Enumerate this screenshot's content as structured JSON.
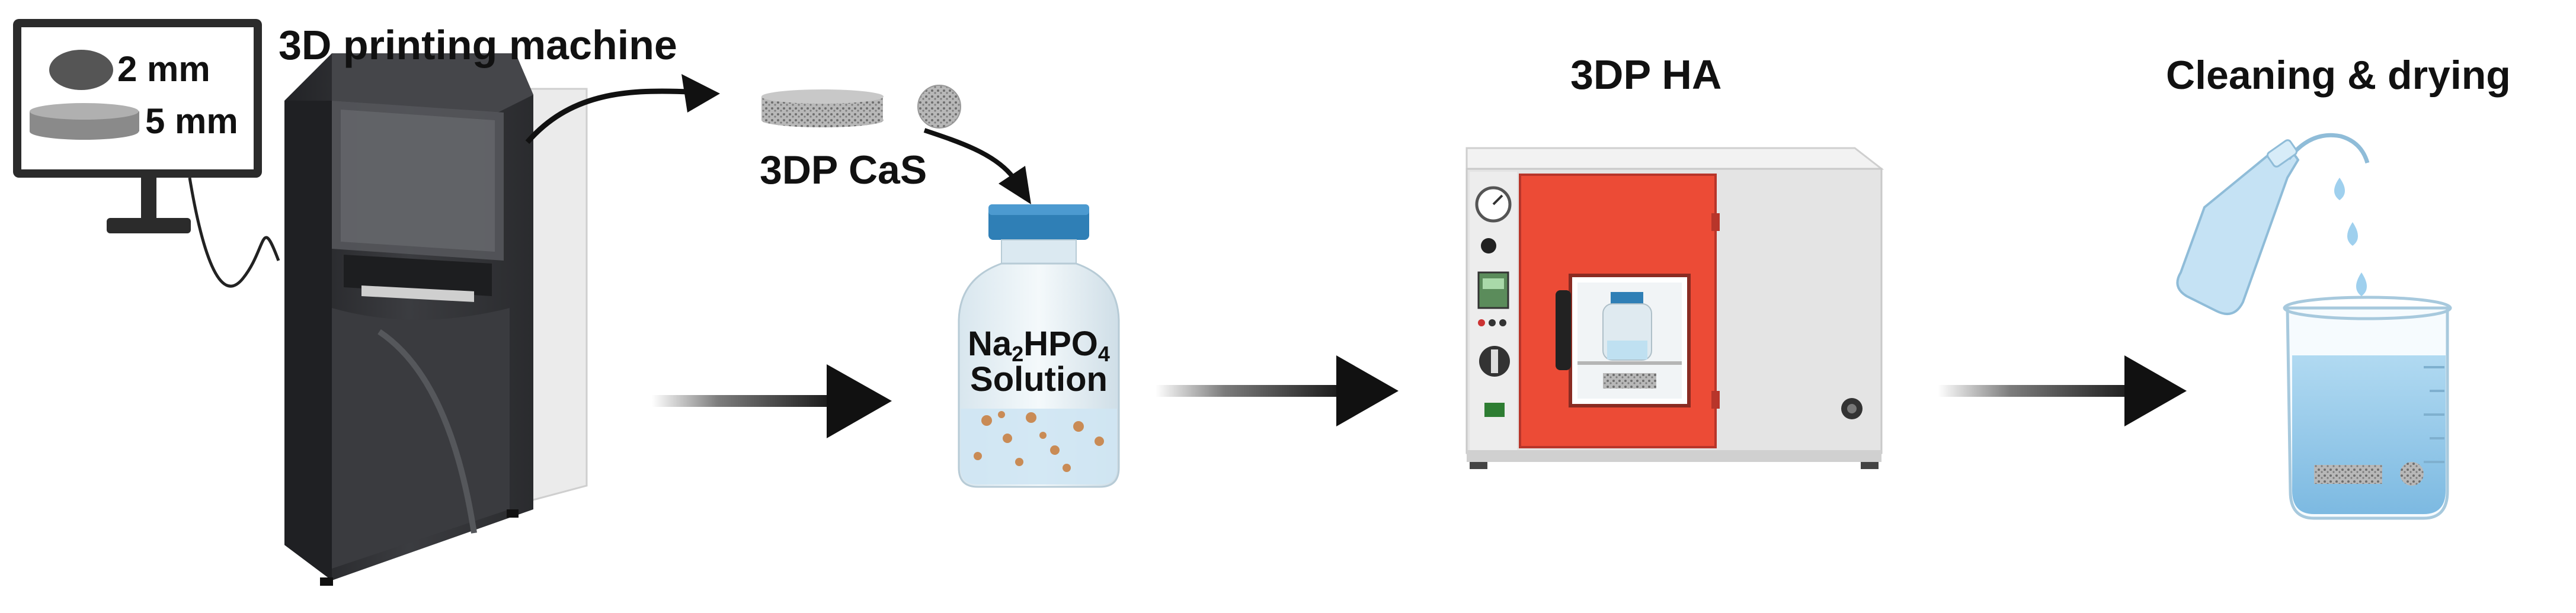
{
  "labels": {
    "printer_title": "3D printing machine",
    "monitor_disc_label": "2 mm",
    "monitor_cylinder_label": "5 mm",
    "cas_label": "3DP CaS",
    "solution_line1_main": "Na",
    "solution_line1_sub": "2",
    "solution_line1_mid": "HPO",
    "solution_line1_sub2": "4",
    "solution_line2": "Solution",
    "oven_title": "3DP HA",
    "cleaning_title": "Cleaning & drying"
  },
  "colors": {
    "printer_dark": "#2e2f33",
    "printer_light": "#e9e9ea",
    "oven_door": "#ec4b36",
    "oven_body": "#e4e4e4",
    "cap_blue": "#2f7fb6",
    "water_blue": "#8cc4e6",
    "arrow": "#111111"
  },
  "icons": [
    "computer-monitor-icon",
    "3d-printer-icon",
    "scaffold-cylinder-icon",
    "scaffold-disc-icon",
    "reagent-bottle-icon",
    "vacuum-oven-icon",
    "wash-bottle-icon",
    "beaker-icon",
    "arrow-right-icon"
  ]
}
